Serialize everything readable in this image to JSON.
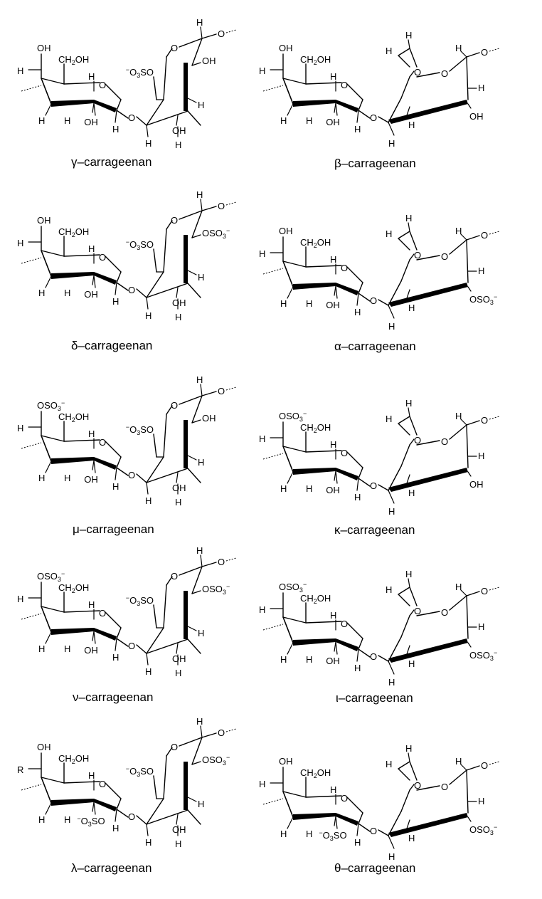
{
  "panels": [
    {
      "id": "gamma",
      "caption": "γ–carrageenan",
      "type": "left",
      "a_rot": "OH",
      "a_c4": "H",
      "b_so3": "⁻O3SO",
      "c_r": "OH",
      "d_r": "OH"
    },
    {
      "id": "beta",
      "caption": "β–carrageenan",
      "type": "right",
      "a_rot": "OH",
      "a_c4": "H",
      "b_so3": "",
      "c_r": "H",
      "d_r": "OH"
    },
    {
      "id": "delta",
      "caption": "δ–carrageenan",
      "type": "left",
      "a_rot": "OH",
      "a_c4": "H",
      "b_so3": "⁻O3SO",
      "c_r": "OSO3⁻",
      "d_r": "OH"
    },
    {
      "id": "alpha",
      "caption": "α–carrageenan",
      "type": "right",
      "a_rot": "OH",
      "a_c4": "H",
      "b_so3": "",
      "c_r": "H",
      "d_r": "OSO3⁻"
    },
    {
      "id": "mu",
      "caption": "μ–carrageenan",
      "type": "left",
      "a_rot": "OSO3⁻",
      "a_c4": "H",
      "b_so3": "⁻O3SO",
      "c_r": "OH",
      "d_r": "OH"
    },
    {
      "id": "kappa",
      "caption": "κ–carrageenan",
      "type": "right",
      "a_rot": "OSO3⁻",
      "a_c4": "H",
      "b_so3": "",
      "c_r": "H",
      "d_r": "OH"
    },
    {
      "id": "nu",
      "caption": "ν–carrageenan",
      "type": "left",
      "a_rot": "OSO3⁻",
      "a_c4": "H",
      "b_so3": "⁻O3SO",
      "c_r": "OSO3⁻",
      "d_r": "OH"
    },
    {
      "id": "iota",
      "caption": "ι–carrageenan",
      "type": "right",
      "a_rot": "OSO3⁻",
      "a_c4": "H",
      "b_so3": "",
      "c_r": "H",
      "d_r": "OSO3⁻"
    },
    {
      "id": "lambda",
      "caption": "λ–carrageenan",
      "type": "left",
      "a_rot": "OH",
      "a_c4": "R",
      "b_so3": "⁻O3SO",
      "c_r": "OSO3⁻",
      "d_r": "OH",
      "a_c2": "⁻O3SO"
    },
    {
      "id": "theta",
      "caption": "θ–carrageenan",
      "type": "right",
      "a_rot": "OH",
      "a_c4": "H",
      "b_so3": "",
      "c_r": "H",
      "d_r": "OSO3⁻",
      "a_c2": "⁻O3SO"
    }
  ],
  "labels": {
    "ch2oh": "CH2OH",
    "oh": "OH",
    "h": "H",
    "o": "O"
  }
}
